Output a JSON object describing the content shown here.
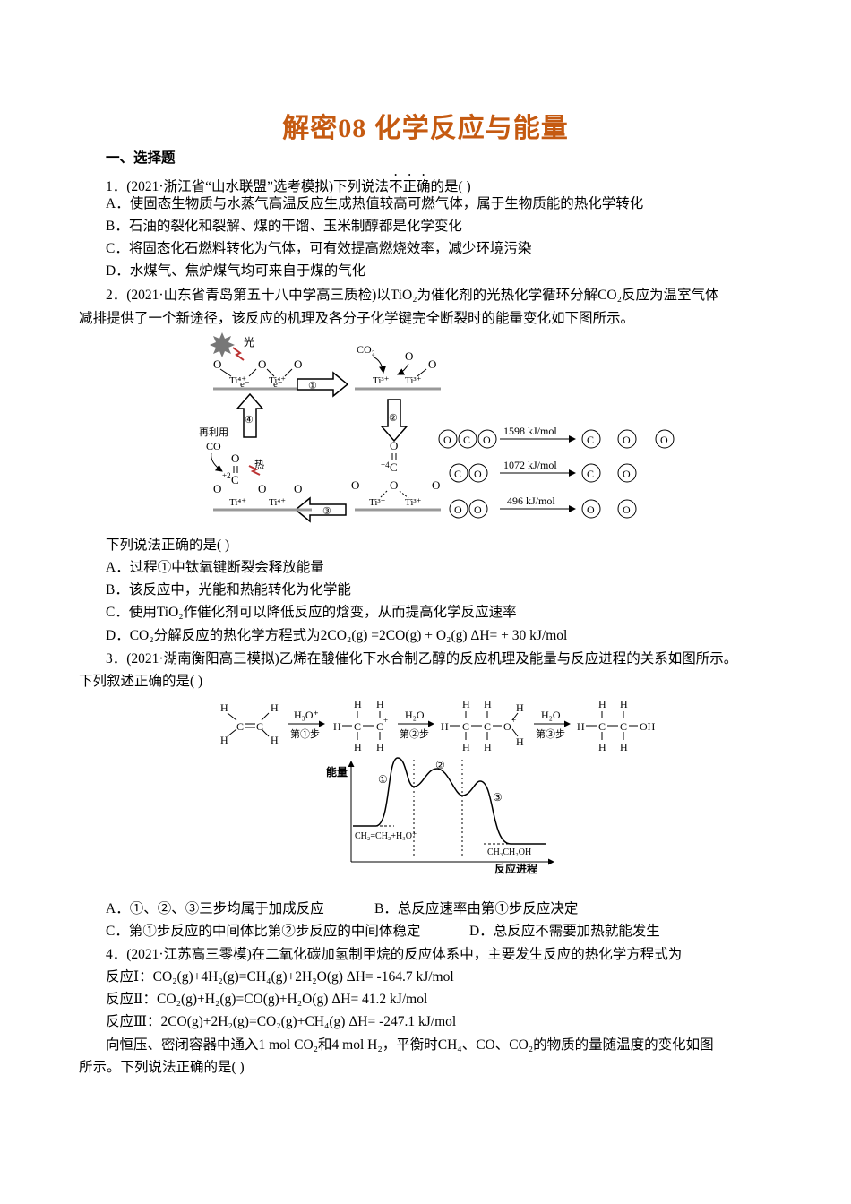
{
  "title": "解密08  化学反应与能量",
  "section": "一、选择题",
  "q1": {
    "stem_a": "1．(2021·浙江省“山水联盟”选考模拟)下列说法",
    "stem_b": "不正确",
    "stem_c": "的是(    )",
    "A": "A．使固态生物质与水蒸气高温反应生成热值较高可燃气体，属于生物质能的热化学转化",
    "B": "B．石油的裂化和裂解、煤的干馏、玉米制醇都是化学变化",
    "C": "C．将固态化石燃料转化为气体，可有效提高燃烧效率，减少环境污染",
    "D": "D．水煤气、焦炉煤气均可来自于煤的气化"
  },
  "q2": {
    "stem1": "2．(2021·山东省青岛第五十八中学高三质检)以TiO₂为催化剂的光热化学循环分解CO₂反应为温室气体",
    "stem2": "减排提供了一个新途径，该反应的机理及各分子化学键完全断裂时的能量变化如下图所示。",
    "fig": {
      "light": "光",
      "e1": "e⁻",
      "e2": "e⁻",
      "o": "O",
      "ti4": "Ti⁴⁺",
      "ti3": "Ti³⁺",
      "co2": "CO₂",
      "step1": "①",
      "step2": "②",
      "step3": "③",
      "step4": "④",
      "reuse": "再利用",
      "co": "CO",
      "heat": "热",
      "plus2": "+2",
      "plus4": "+4",
      "c": "C",
      "e_co2": "1598 kJ/mol",
      "e_co": "1072 kJ/mol",
      "e_o2": "496 kJ/mol"
    },
    "ask": "下列说法正确的是(    )",
    "A": "A．过程①中钛氧键断裂会释放能量",
    "B": "B．该反应中，光能和热能转化为化学能",
    "C": "C．使用TiO₂作催化剂可以降低反应的焓变，从而提高化学反应速率",
    "D": "D．CO₂分解反应的热化学方程式为2CO₂(g) =2CO(g) + O₂(g)  ΔH= + 30 kJ/mol"
  },
  "q3": {
    "stem1": "3．(2021·湖南衡阳高三模拟)乙烯在酸催化下水合制乙醇的反应机理及能量与反应进程的关系如图所示。",
    "stem2": "下列叙述正确的是(    )",
    "fig": {
      "h": "H",
      "c": "C",
      "o": "O",
      "oh": "OH",
      "h3o": "H₃O⁺",
      "h2o": "H₂O",
      "s1": "第①步",
      "s2": "第②步",
      "s3": "第③步",
      "energy": "能量",
      "progress": "反应进程",
      "reactant": "CH₂=CH₂+H₃O⁺",
      "product": "CH₃CH₂OH",
      "p1": "①",
      "p2": "②",
      "p3": "③"
    },
    "A": "A．①、②、③三步均属于加成反应",
    "B": "B．总反应速率由第①步反应决定",
    "C": "C．第①步反应的中间体比第②步反应的中间体稳定",
    "D": "D．总反应不需要加热就能发生"
  },
  "q4": {
    "stem": "4．(2021·江苏高三零模)在二氧化碳加氢制甲烷的反应体系中，主要发生反应的热化学方程式为",
    "r1": "反应Ⅰ：CO₂(g)+4H₂(g)=CH₄(g)+2H₂O(g)   ΔH= -164.7 kJ/mol",
    "r2": "反应Ⅱ：CO₂(g)+H₂(g)=CO(g)+H₂O(g)   ΔH= 41.2 kJ/mol",
    "r3": "反应Ⅲ：2CO(g)+2H₂(g)=CO₂(g)+CH₄(g)   ΔH= -247.1 kJ/mol",
    "stem2": "向恒压、密闭容器中通入1 mol CO₂和4 mol H₂，平衡时CH₄、CO、CO₂的物质的量随温度的变化如图",
    "stem3": "所示。下列说法正确的是(    )"
  }
}
